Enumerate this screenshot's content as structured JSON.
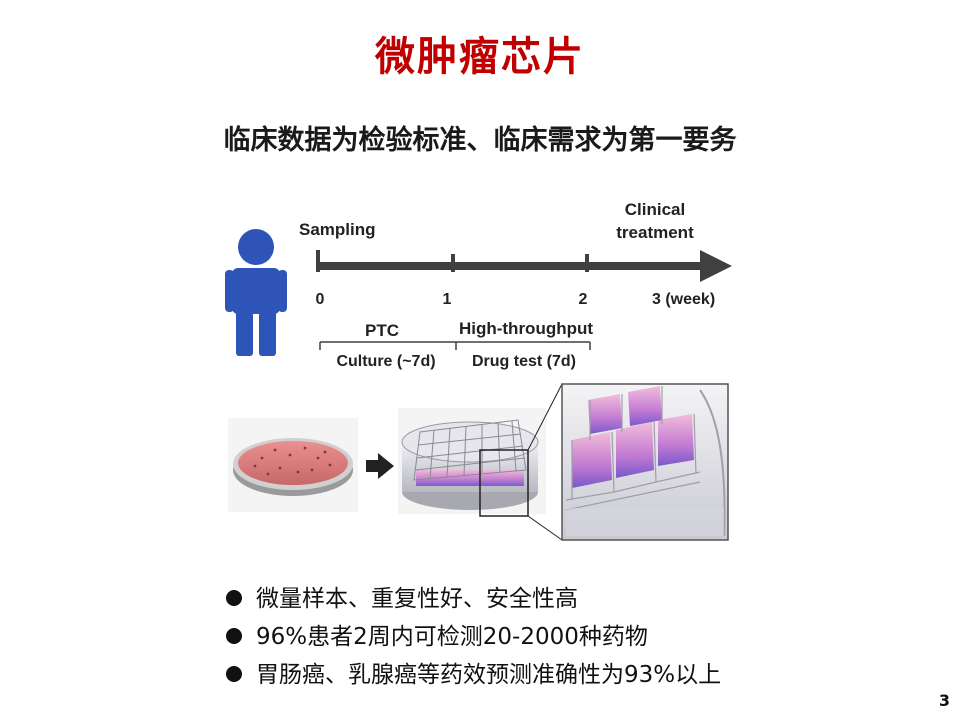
{
  "slide": {
    "title": "微肿瘤芯片",
    "subtitle": "临床数据为检验标准、临床需求为第一要务",
    "page_number": "3"
  },
  "timeline": {
    "start_label": "Sampling",
    "end_label_line1": "Clinical",
    "end_label_line2": "treatment",
    "ticks": [
      "0",
      "1",
      "2",
      "3 (week)"
    ],
    "phase1_title": "PTC",
    "phase2_title": "High-throughput",
    "phase1_label": "Culture (~7d)",
    "phase2_label": "Drug test (7d)"
  },
  "bullets": [
    "微量样本、重复性好、安全性高",
    "96%患者2周内可检测20-2000种药物",
    "胃肠癌、乳腺癌等药效预测准确性为93%以上"
  ],
  "colors": {
    "title": "#c00000",
    "person": "#2e54b8",
    "timeline": "#404040",
    "dish": "#d97a7a"
  }
}
